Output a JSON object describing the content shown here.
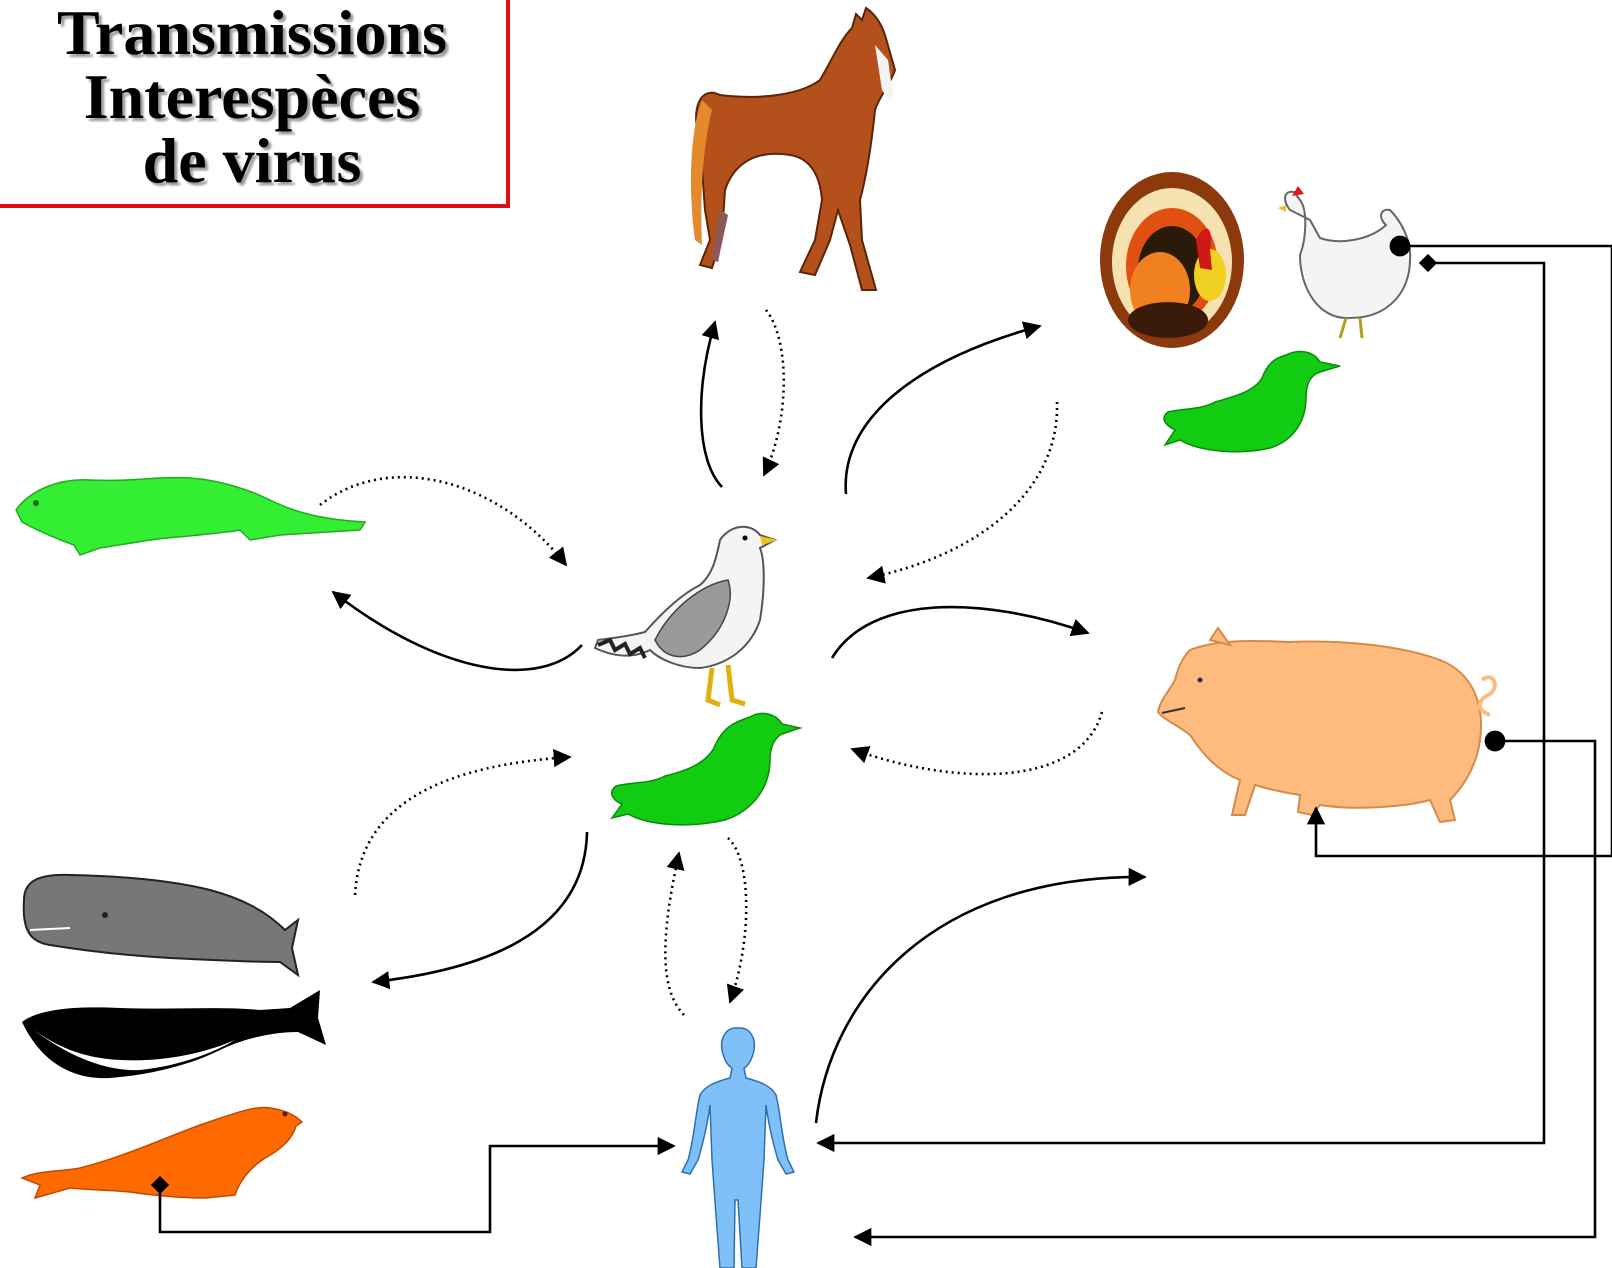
{
  "title": {
    "lines": [
      "Transmissions",
      "Interespèces",
      "de virus"
    ]
  },
  "colors": {
    "title_border": "#e01010",
    "arrow": "#000000",
    "bright_green": "#33ee33",
    "duck_green": "#11cc11",
    "horse_brown": "#b4501c",
    "pig_peach": "#ffbb7e",
    "human_blue": "#80c0f8",
    "seal_orange": "#ff6a00",
    "whale_grey": "#777777"
  },
  "animals": [
    {
      "id": "horse",
      "icon": "horse-icon"
    },
    {
      "id": "turkey",
      "icon": "turkey-icon"
    },
    {
      "id": "chicken",
      "icon": "chicken-icon"
    },
    {
      "id": "poultry-duck",
      "icon": "duck-icon"
    },
    {
      "id": "ferret",
      "icon": "ferret-icon"
    },
    {
      "id": "gull",
      "icon": "gull-icon"
    },
    {
      "id": "wild-duck",
      "icon": "duck-icon"
    },
    {
      "id": "pig",
      "icon": "pig-icon"
    },
    {
      "id": "sperm-whale",
      "icon": "sperm-whale-icon"
    },
    {
      "id": "whale",
      "icon": "whale-icon"
    },
    {
      "id": "seal",
      "icon": "seal-icon"
    },
    {
      "id": "human",
      "icon": "human-icon"
    }
  ],
  "transmissions": [
    {
      "from": "gull",
      "to": "horse",
      "style": "solid"
    },
    {
      "from": "horse",
      "to": "gull",
      "style": "dotted"
    },
    {
      "from": "gull",
      "to": "poultry",
      "style": "solid"
    },
    {
      "from": "poultry",
      "to": "gull",
      "style": "dotted"
    },
    {
      "from": "ferret",
      "to": "gull",
      "style": "dotted"
    },
    {
      "from": "gull",
      "to": "ferret",
      "style": "solid"
    },
    {
      "from": "gull",
      "to": "pig",
      "style": "solid"
    },
    {
      "from": "pig",
      "to": "wild-duck",
      "style": "dotted"
    },
    {
      "from": "marine-mammals",
      "to": "wild-duck",
      "style": "dotted"
    },
    {
      "from": "wild-duck",
      "to": "marine-mammals",
      "style": "solid"
    },
    {
      "from": "human",
      "to": "wild-duck",
      "style": "dotted"
    },
    {
      "from": "wild-duck",
      "to": "human",
      "style": "dotted"
    },
    {
      "from": "human",
      "to": "pig",
      "style": "solid"
    },
    {
      "from": "chicken",
      "to": "pig",
      "style": "solid"
    },
    {
      "from": "chicken",
      "to": "human",
      "style": "solid"
    },
    {
      "from": "pig",
      "to": "human",
      "style": "solid"
    },
    {
      "from": "seal",
      "to": "human",
      "style": "solid"
    }
  ]
}
